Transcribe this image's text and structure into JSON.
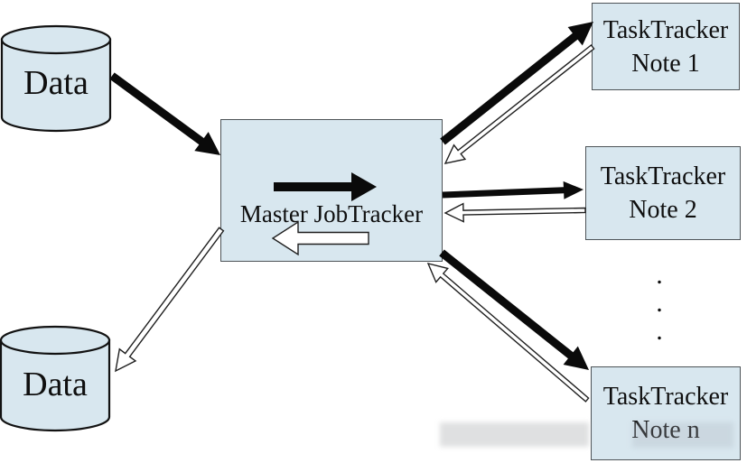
{
  "colors": {
    "background": "#ffffff",
    "node_fill": "#d8e7ef",
    "node_border": "#4d5357",
    "cylinder_border": "#121212",
    "arrow_black": "#0a0a0a",
    "arrow_white_fill": "#ffffff",
    "arrow_white_outline": "#1f1f1f",
    "text": "#0f0f0f"
  },
  "diagram": {
    "nodes": {
      "data_top": {
        "label": "Data",
        "shape": "cylinder"
      },
      "data_bottom": {
        "label": "Data",
        "shape": "cylinder"
      },
      "master": {
        "label": "Master JobTracker",
        "shape": "rect"
      },
      "tracker1": {
        "line1": "TaskTracker",
        "line2": "Note 1",
        "shape": "rect"
      },
      "tracker2": {
        "line1": "TaskTracker",
        "line2": "Note 2",
        "shape": "rect"
      },
      "trackern": {
        "line1": "TaskTracker",
        "line2": "Note n",
        "shape": "rect"
      }
    },
    "ellipsis": ".\n.\n.",
    "edges": [
      {
        "id": "data-top-to-master",
        "style": "solid-black"
      },
      {
        "id": "master-to-tracker-1",
        "style": "solid-black"
      },
      {
        "id": "tracker-1-to-master",
        "style": "outline-white"
      },
      {
        "id": "master-to-tracker-2",
        "style": "solid-black"
      },
      {
        "id": "tracker-2-to-master",
        "style": "outline-white"
      },
      {
        "id": "master-to-tracker-n",
        "style": "solid-black"
      },
      {
        "id": "tracker-n-to-master",
        "style": "outline-white"
      },
      {
        "id": "master-to-data-bottom",
        "style": "outline-white"
      },
      {
        "id": "map-flow-internal",
        "style": "solid-black"
      },
      {
        "id": "reduce-flow-internal",
        "style": "outline-white"
      }
    ]
  }
}
